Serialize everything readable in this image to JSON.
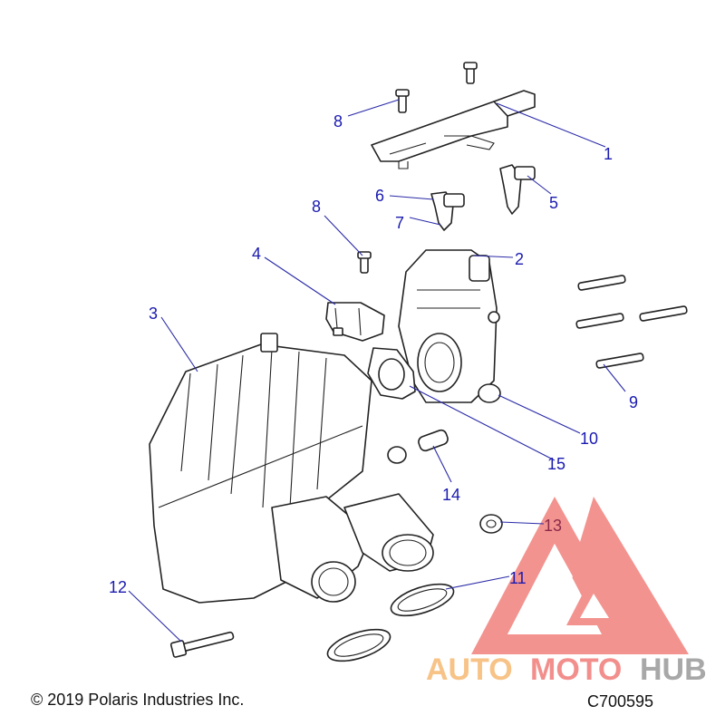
{
  "colors": {
    "callout": "#1a1ab0",
    "callout_overlap": "#8b2a4a",
    "leader": "#2a2aa8",
    "outline": "#222222",
    "watermark_red": "#e8544f",
    "watermark_orange": "#f5a94a",
    "watermark_gray": "#8a8a8a"
  },
  "callouts": [
    "1",
    "2",
    "3",
    "4",
    "5",
    "6",
    "7",
    "8",
    "8",
    "9",
    "10",
    "11",
    "12",
    "13",
    "14",
    "15"
  ],
  "footer": {
    "copyright": "© 2019 Polaris Industries Inc.",
    "drawing_code": "C700595"
  },
  "watermark": {
    "text_auto": "AUTO",
    "text_moto": "MOTO",
    "text_hub": "HUB"
  }
}
